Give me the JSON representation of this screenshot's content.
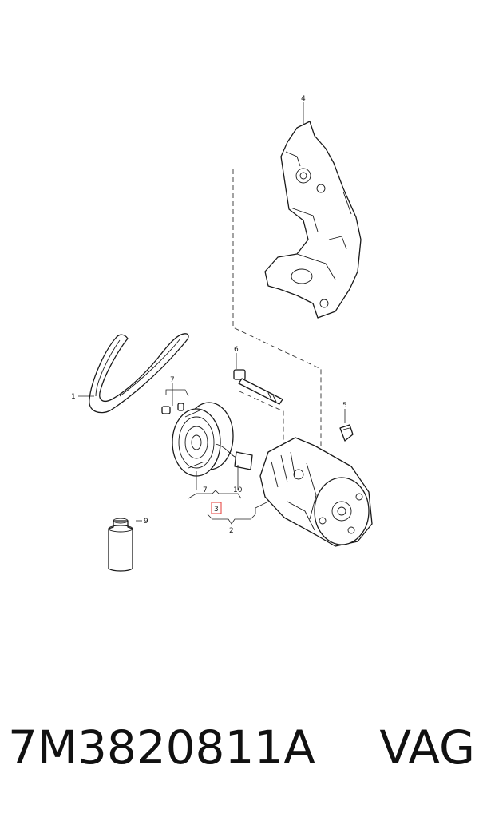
{
  "callouts": [
    "1",
    "2",
    "3",
    "4",
    "5",
    "6",
    "7",
    "7",
    "9",
    "10"
  ],
  "highlight_color": "#e53935",
  "caption": {
    "part_number": "7M3820811A",
    "brand": "VAG"
  }
}
